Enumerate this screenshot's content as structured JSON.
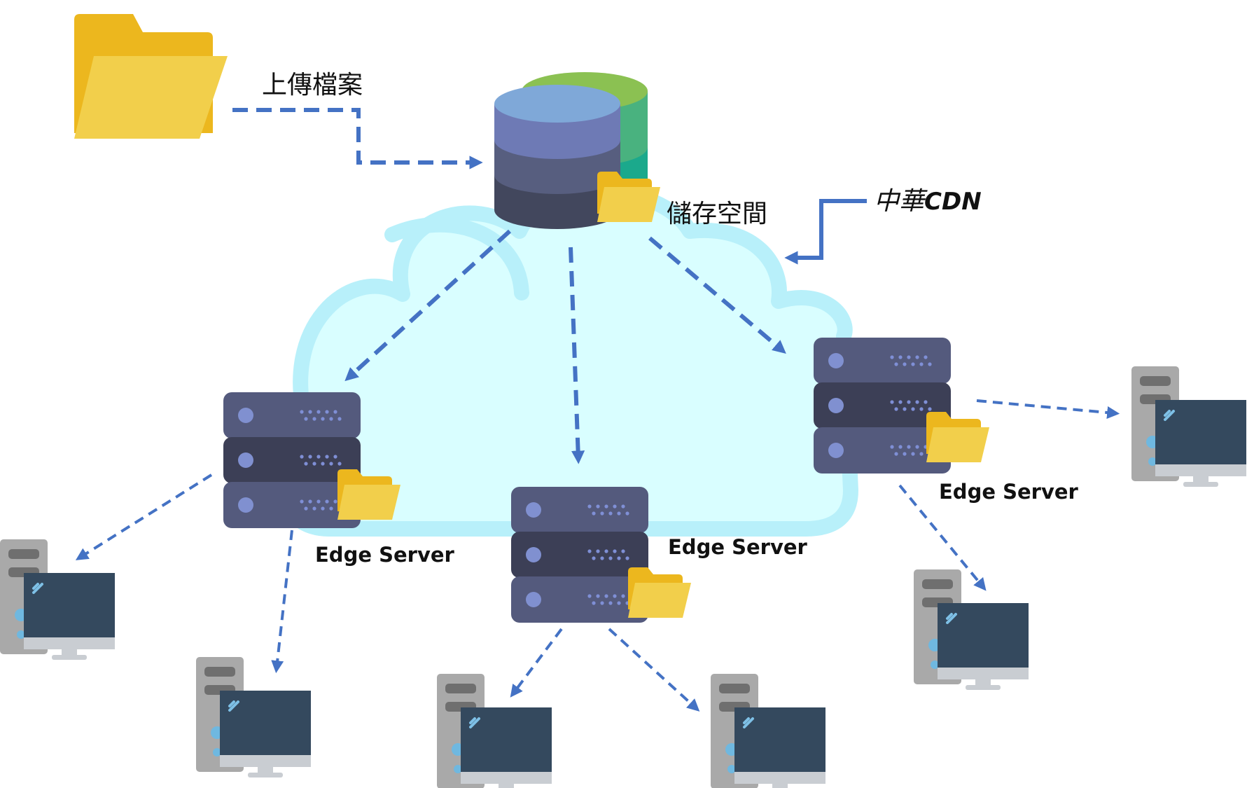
{
  "labels": {
    "upload": "上傳檔案",
    "storage": "儲存空間",
    "cdn_prefix": "中華",
    "cdn_suffix": "CDN",
    "edge_left": "Edge Server",
    "edge_center": "Edge Server",
    "edge_right": "Edge Server"
  },
  "colors": {
    "arrow": "#4472c4",
    "cloud_fill": "#d9feff",
    "cloud_stroke": "#b8f0fa",
    "server_light": "#545a7d",
    "server_dark": "#3c3f56",
    "folder_back": "#ecb71e",
    "folder_front": "#f2cf4b",
    "monitor_screen": "#34495e",
    "tower": "#a9a9a9"
  },
  "icons": [
    "folder-icon",
    "database-icon",
    "server-rack-icon",
    "desktop-computer-icon"
  ]
}
